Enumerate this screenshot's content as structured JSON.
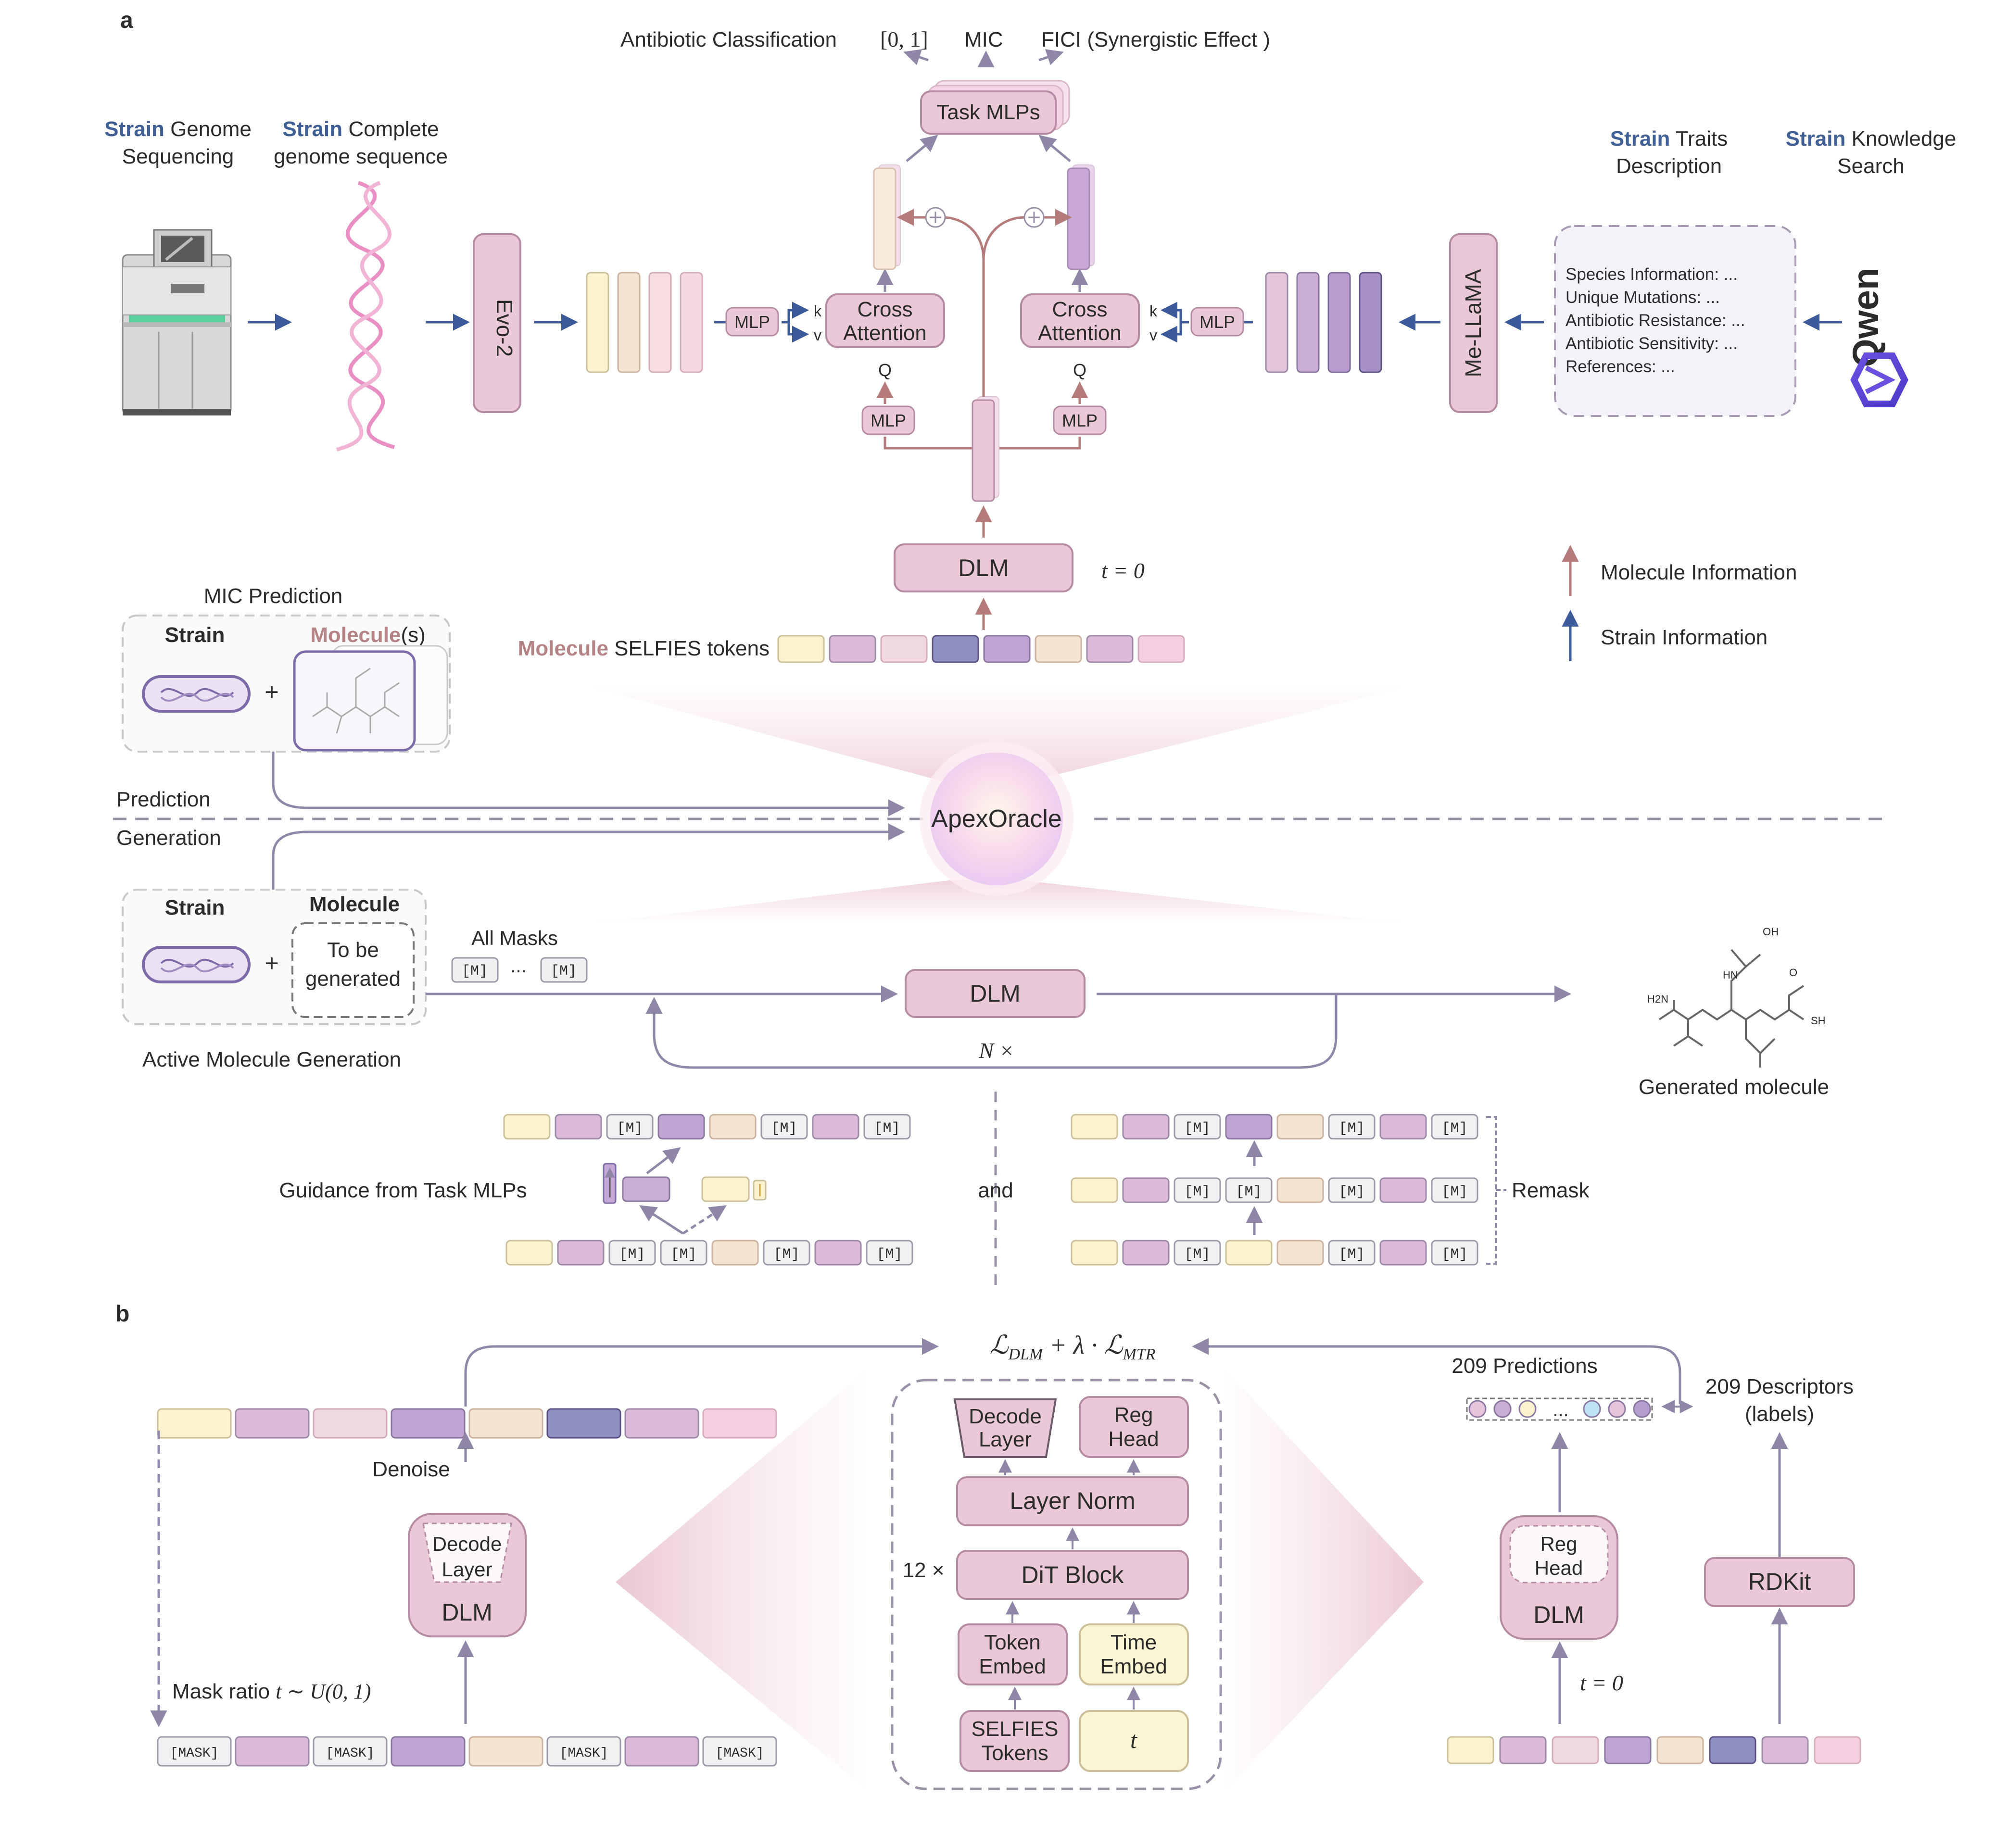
{
  "panel_labels": {
    "a": "a",
    "b": "b"
  },
  "colors": {
    "strain_blue": "#3f5f95",
    "molecule_rose": "#b58383",
    "box_pink": "#ebc8d8",
    "box_border": "#b58aa3",
    "arrow_gray": "#8f86a8",
    "mol_arrow": "#b57a7a",
    "strain_arrow": "#3c5a9a"
  },
  "top": {
    "outputs": {
      "antibiotic": "Antibiotic Classification",
      "range": "[0, 1]",
      "mic": "MIC",
      "fici": "FICI (Synergistic Effect )"
    },
    "task_mlps": "Task MLPs",
    "genome_seq": {
      "strain": "Strain",
      "l1": "Genome",
      "l2": "Sequencing"
    },
    "complete_genome": {
      "strain": "Strain",
      "l1": "Complete",
      "l2": "genome  sequence"
    },
    "evo2": "Evo-2",
    "mlp": "MLP",
    "k": "k",
    "v": "v",
    "q": "Q",
    "cross_attention_l1": "Cross",
    "cross_attention_l2": "Attention",
    "traits": {
      "strain": "Strain",
      "l1": "Traits",
      "l2": "Description"
    },
    "knowledge": {
      "strain": "Strain",
      "l1": "Knowledge",
      "l2": "Search"
    },
    "me_llama": "Me-LLaMA",
    "knowledge_lines": [
      "Species Information: ...",
      "Unique Mutations: ...",
      "Antibiotic Resistance: ...",
      "Antibiotic Sensitivity: ...",
      "References: ..."
    ],
    "qwen": "Qwen",
    "dlm": "DLM",
    "t0": "t = 0",
    "legend_molecule": "Molecule Information",
    "legend_strain": "Strain Information",
    "selfies_label_mol": "Molecule",
    "selfies_label_rest": "SELFIES tokens"
  },
  "mid": {
    "mic_prediction": "MIC Prediction",
    "strain": "Strain",
    "molecule_s": "Molecule",
    "molecule_s_suffix": "(s)",
    "plus": "+",
    "prediction": "Prediction",
    "generation": "Generation",
    "apexoracle": "ApexOracle",
    "molecule": "Molecule",
    "to_be_l1": "To be",
    "to_be_l2": "generated",
    "all_masks": "All Masks",
    "mask_token": "[M]",
    "ellipsis": "...",
    "dlm": "DLM",
    "n_times": "N ×",
    "active_generation": "Active Molecule Generation",
    "generated_molecule": "Generated molecule",
    "guidance": "Guidance from Task MLPs",
    "and": "and",
    "remask": "Remask"
  },
  "bottom": {
    "loss": "ℒDLM + λ · ℒMTR",
    "loss_parts": {
      "l1": "ℒ",
      "s1": "DLM",
      "mid": " + λ · ",
      "l2": "ℒ",
      "s2": "MTR"
    },
    "denoise": "Denoise",
    "decode_l1": "Decode",
    "decode_l2": "Layer",
    "dlm": "DLM",
    "mask_ratio": "Mask ratio",
    "mask_ratio_formula": "t ∼ U(0, 1)",
    "mask_long": "[MASK]",
    "reg_l1": "Reg",
    "reg_l2": "Head",
    "layer_norm": "Layer Norm",
    "twelve": "12 ×",
    "dit_block": "DiT Block",
    "token_embed_l1": "Token",
    "token_embed_l2": "Embed",
    "time_embed_l1": "Time",
    "time_embed_l2": "Embed",
    "selfies_l1": "SELFIES",
    "selfies_l2": "Tokens",
    "t": "t",
    "predictions": "209 Predictions",
    "descriptors_l1": "209 Descriptors",
    "descriptors_l2": "(labels)",
    "rdkit": "RDKit",
    "t0": "t = 0",
    "dots": "..."
  },
  "molecule_atoms": {
    "oh": "OH",
    "hn": "HN",
    "nh": "HN",
    "h2n": "H2N",
    "o": "O",
    "sh": "SH"
  }
}
